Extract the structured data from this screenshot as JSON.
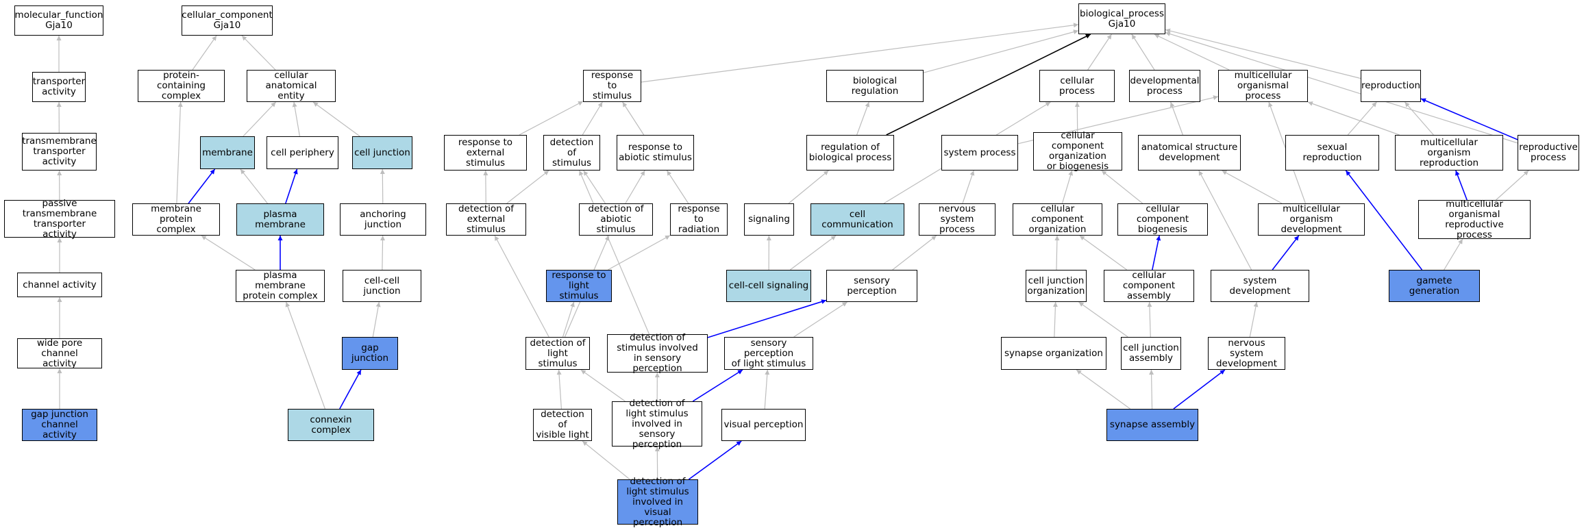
{
  "colors": {
    "plain": "#ffffff",
    "light": "#add8e6",
    "blue": "#6495ed",
    "edge_gray": "#bdbdbd",
    "edge_blue": "#0000ff",
    "edge_black": "#000000"
  },
  "nodes": {
    "mf": {
      "label": "molecular_function\nGja10",
      "style": "plain"
    },
    "transporter": {
      "label": "transporter\nactivity",
      "style": "plain"
    },
    "tm_transporter": {
      "label": "transmembrane\ntransporter\nactivity",
      "style": "plain"
    },
    "passive_tm": {
      "label": "passive transmembrane\ntransporter\nactivity",
      "style": "plain"
    },
    "channel": {
      "label": "channel activity",
      "style": "plain"
    },
    "wide_pore": {
      "label": "wide pore channel\nactivity",
      "style": "plain"
    },
    "gj_channel": {
      "label": "gap junction\nchannel activity",
      "style": "blue"
    },
    "cc": {
      "label": "cellular_component\nGja10",
      "style": "plain"
    },
    "protein_complex": {
      "label": "protein-containing\ncomplex",
      "style": "plain"
    },
    "cae": {
      "label": "cellular anatomical\nentity",
      "style": "plain"
    },
    "membrane": {
      "label": "membrane",
      "style": "light"
    },
    "cell_periphery": {
      "label": "cell periphery",
      "style": "plain"
    },
    "cell_junction": {
      "label": "cell junction",
      "style": "light"
    },
    "mem_protein_complex": {
      "label": "membrane protein\ncomplex",
      "style": "plain"
    },
    "plasma_membrane": {
      "label": "plasma membrane",
      "style": "light"
    },
    "anchoring_junction": {
      "label": "anchoring junction",
      "style": "plain"
    },
    "pm_protein_complex": {
      "label": "plasma membrane\nprotein complex",
      "style": "plain"
    },
    "cc_junction": {
      "label": "cell-cell junction",
      "style": "plain"
    },
    "gap_junction": {
      "label": "gap junction",
      "style": "blue"
    },
    "connexin": {
      "label": "connexin complex",
      "style": "light"
    },
    "bp": {
      "label": "biological_process\nGja10",
      "style": "plain"
    },
    "resp_stim": {
      "label": "response to\nstimulus",
      "style": "plain"
    },
    "bio_reg": {
      "label": "biological regulation",
      "style": "plain"
    },
    "cell_process": {
      "label": "cellular process",
      "style": "plain"
    },
    "dev_process": {
      "label": "developmental\nprocess",
      "style": "plain"
    },
    "multi_process": {
      "label": "multicellular\norganismal process",
      "style": "plain"
    },
    "reproduction": {
      "label": "reproduction",
      "style": "plain"
    },
    "resp_ext": {
      "label": "response to\nexternal stimulus",
      "style": "plain"
    },
    "det_stim": {
      "label": "detection of\nstimulus",
      "style": "plain"
    },
    "resp_abiotic": {
      "label": "response to\nabiotic stimulus",
      "style": "plain"
    },
    "reg_bio": {
      "label": "regulation of\nbiological process",
      "style": "plain"
    },
    "system_process": {
      "label": "system process",
      "style": "plain"
    },
    "ccob": {
      "label": "cellular component\norganization\nor biogenesis",
      "style": "plain"
    },
    "asd": {
      "label": "anatomical structure\ndevelopment",
      "style": "plain"
    },
    "sexual_repro": {
      "label": "sexual reproduction",
      "style": "plain"
    },
    "multi_repro": {
      "label": "multicellular\norganism reproduction",
      "style": "plain"
    },
    "repro_process": {
      "label": "reproductive\nprocess",
      "style": "plain"
    },
    "det_ext": {
      "label": "detection of\nexternal stimulus",
      "style": "plain"
    },
    "det_abiotic": {
      "label": "detection of\nabiotic stimulus",
      "style": "plain"
    },
    "resp_rad": {
      "label": "response to\nradiation",
      "style": "plain"
    },
    "signaling": {
      "label": "signaling",
      "style": "plain"
    },
    "cell_comm": {
      "label": "cell communication",
      "style": "light"
    },
    "ns_process": {
      "label": "nervous system\nprocess",
      "style": "plain"
    },
    "cc_org": {
      "label": "cellular component\norganization",
      "style": "plain"
    },
    "cc_biogen": {
      "label": "cellular component\nbiogenesis",
      "style": "plain"
    },
    "multi_dev": {
      "label": "multicellular\norganism development",
      "style": "plain"
    },
    "mor_process": {
      "label": "multicellular\norganismal reproductive\nprocess",
      "style": "plain"
    },
    "resp_light": {
      "label": "response to\nlight stimulus",
      "style": "blue"
    },
    "cc_signaling": {
      "label": "cell-cell signaling",
      "style": "light"
    },
    "sensory_perc": {
      "label": "sensory perception",
      "style": "plain"
    },
    "cj_org": {
      "label": "cell junction\norganization",
      "style": "plain"
    },
    "cc_assembly": {
      "label": "cellular component\nassembly",
      "style": "plain"
    },
    "sys_dev": {
      "label": "system development",
      "style": "plain"
    },
    "gamete_gen": {
      "label": "gamete generation",
      "style": "blue"
    },
    "det_light": {
      "label": "detection of\nlight stimulus",
      "style": "plain"
    },
    "det_stim_sens": {
      "label": "detection of\nstimulus involved\nin sensory perception",
      "style": "plain"
    },
    "sens_light": {
      "label": "sensory perception\nof light stimulus",
      "style": "plain"
    },
    "synapse_org": {
      "label": "synapse organization",
      "style": "plain"
    },
    "cj_assembly": {
      "label": "cell junction\nassembly",
      "style": "plain"
    },
    "ns_dev": {
      "label": "nervous system\ndevelopment",
      "style": "plain"
    },
    "det_visible": {
      "label": "detection of\nvisible light",
      "style": "plain"
    },
    "det_light_sens": {
      "label": "detection of\nlight stimulus\ninvolved in\nsensory perception",
      "style": "plain"
    },
    "visual_perc": {
      "label": "visual perception",
      "style": "plain"
    },
    "synapse_assembly": {
      "label": "synapse assembly",
      "style": "blue"
    },
    "det_light_visual": {
      "label": "detection of\nlight stimulus\ninvolved in\nvisual perception",
      "style": "blue"
    }
  },
  "edges": [
    [
      "transporter",
      "mf",
      "gray"
    ],
    [
      "tm_transporter",
      "transporter",
      "gray"
    ],
    [
      "passive_tm",
      "tm_transporter",
      "gray"
    ],
    [
      "channel",
      "passive_tm",
      "gray"
    ],
    [
      "wide_pore",
      "channel",
      "gray"
    ],
    [
      "gj_channel",
      "wide_pore",
      "gray"
    ],
    [
      "protein_complex",
      "cc",
      "gray"
    ],
    [
      "cae",
      "cc",
      "gray"
    ],
    [
      "membrane",
      "cae",
      "gray"
    ],
    [
      "cell_periphery",
      "cae",
      "gray"
    ],
    [
      "cell_junction",
      "cae",
      "gray"
    ],
    [
      "mem_protein_complex",
      "protein_complex",
      "gray"
    ],
    [
      "mem_protein_complex",
      "membrane",
      "blue"
    ],
    [
      "plasma_membrane",
      "membrane",
      "gray"
    ],
    [
      "plasma_membrane",
      "cell_periphery",
      "blue"
    ],
    [
      "anchoring_junction",
      "cell_junction",
      "gray"
    ],
    [
      "pm_protein_complex",
      "mem_protein_complex",
      "gray"
    ],
    [
      "pm_protein_complex",
      "plasma_membrane",
      "blue"
    ],
    [
      "cc_junction",
      "anchoring_junction",
      "gray"
    ],
    [
      "gap_junction",
      "cc_junction",
      "gray"
    ],
    [
      "connexin",
      "pm_protein_complex",
      "gray"
    ],
    [
      "connexin",
      "gap_junction",
      "blue"
    ],
    [
      "resp_stim",
      "bp",
      "gray"
    ],
    [
      "bio_reg",
      "bp",
      "gray"
    ],
    [
      "cell_process",
      "bp",
      "gray"
    ],
    [
      "dev_process",
      "bp",
      "gray"
    ],
    [
      "multi_process",
      "bp",
      "gray"
    ],
    [
      "reproduction",
      "bp",
      "gray"
    ],
    [
      "repro_process",
      "bp",
      "gray"
    ],
    [
      "reg_bio",
      "bp",
      "black"
    ],
    [
      "resp_ext",
      "resp_stim",
      "gray"
    ],
    [
      "det_stim",
      "resp_stim",
      "gray"
    ],
    [
      "resp_abiotic",
      "resp_stim",
      "gray"
    ],
    [
      "reg_bio",
      "bio_reg",
      "gray"
    ],
    [
      "system_process",
      "multi_process",
      "gray"
    ],
    [
      "ccob",
      "cell_process",
      "gray"
    ],
    [
      "asd",
      "dev_process",
      "gray"
    ],
    [
      "sexual_repro",
      "reproduction",
      "gray"
    ],
    [
      "multi_repro",
      "reproduction",
      "gray"
    ],
    [
      "multi_repro",
      "multi_process",
      "gray"
    ],
    [
      "repro_process",
      "reproduction",
      "blue"
    ],
    [
      "det_ext",
      "resp_ext",
      "gray"
    ],
    [
      "det_ext",
      "det_stim",
      "gray"
    ],
    [
      "det_abiotic",
      "det_stim",
      "gray"
    ],
    [
      "det_abiotic",
      "resp_abiotic",
      "gray"
    ],
    [
      "resp_rad",
      "resp_abiotic",
      "gray"
    ],
    [
      "signaling",
      "reg_bio",
      "gray"
    ],
    [
      "cell_comm",
      "cell_process",
      "gray"
    ],
    [
      "ns_process",
      "system_process",
      "gray"
    ],
    [
      "cc_org",
      "ccob",
      "gray"
    ],
    [
      "cc_biogen",
      "ccob",
      "gray"
    ],
    [
      "multi_dev",
      "asd",
      "gray"
    ],
    [
      "multi_dev",
      "multi_process",
      "gray"
    ],
    [
      "mor_process",
      "multi_repro",
      "blue"
    ],
    [
      "mor_process",
      "repro_process",
      "gray"
    ],
    [
      "resp_light",
      "resp_rad",
      "gray"
    ],
    [
      "cc_signaling",
      "signaling",
      "gray"
    ],
    [
      "cc_signaling",
      "cell_comm",
      "gray"
    ],
    [
      "sensory_perc",
      "ns_process",
      "gray"
    ],
    [
      "cj_org",
      "cc_org",
      "gray"
    ],
    [
      "cc_assembly",
      "cc_org",
      "gray"
    ],
    [
      "cc_assembly",
      "cc_biogen",
      "blue"
    ],
    [
      "sys_dev",
      "asd",
      "gray"
    ],
    [
      "sys_dev",
      "multi_dev",
      "blue"
    ],
    [
      "gamete_gen",
      "sexual_repro",
      "blue"
    ],
    [
      "gamete_gen",
      "mor_process",
      "gray"
    ],
    [
      "det_light",
      "det_ext",
      "gray"
    ],
    [
      "det_light",
      "det_abiotic",
      "gray"
    ],
    [
      "det_light",
      "resp_light",
      "gray"
    ],
    [
      "det_stim_sens",
      "det_stim",
      "gray"
    ],
    [
      "det_stim_sens",
      "sensory_perc",
      "blue"
    ],
    [
      "sens_light",
      "sensory_perc",
      "gray"
    ],
    [
      "synapse_org",
      "cj_org",
      "gray"
    ],
    [
      "cj_assembly",
      "cj_org",
      "gray"
    ],
    [
      "cj_assembly",
      "cc_assembly",
      "gray"
    ],
    [
      "ns_dev",
      "sys_dev",
      "gray"
    ],
    [
      "det_visible",
      "det_light",
      "gray"
    ],
    [
      "det_light_sens",
      "det_light",
      "gray"
    ],
    [
      "det_light_sens",
      "det_stim_sens",
      "gray"
    ],
    [
      "det_light_sens",
      "sens_light",
      "blue"
    ],
    [
      "visual_perc",
      "sens_light",
      "gray"
    ],
    [
      "synapse_assembly",
      "synapse_org",
      "gray"
    ],
    [
      "synapse_assembly",
      "cj_assembly",
      "gray"
    ],
    [
      "synapse_assembly",
      "ns_dev",
      "blue"
    ],
    [
      "det_light_visual",
      "det_visible",
      "gray"
    ],
    [
      "det_light_visual",
      "det_light_sens",
      "gray"
    ],
    [
      "det_light_visual",
      "visual_perc",
      "blue"
    ]
  ]
}
